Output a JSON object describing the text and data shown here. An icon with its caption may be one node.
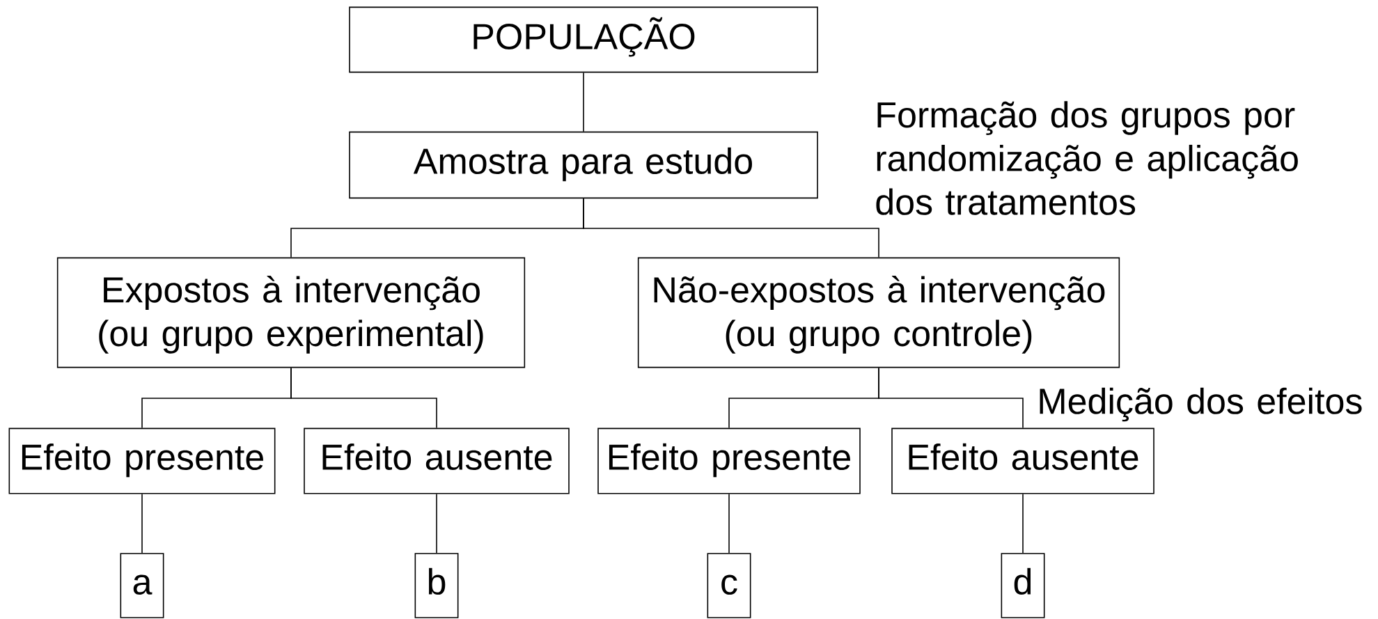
{
  "diagram": {
    "nodes": [
      {
        "text": [
          "POPULAÇÃO"
        ]
      },
      {
        "text": [
          "Amostra para estudo"
        ]
      },
      {
        "text": [
          "Expostos à intervenção (ou grupo experimental)"
        ]
      },
      {
        "text": [
          "Não-expostos à intervenção (ou grupo controle)"
        ]
      },
      {
        "text": [
          "Efeito presente"
        ]
      },
      {
        "text": [
          "Efeito ausente"
        ]
      },
      {
        "text": [
          "Efeito presente"
        ]
      },
      {
        "text": [
          "Efeito ausente"
        ]
      },
      {
        "text": [
          "a"
        ]
      },
      {
        "text": [
          "b"
        ]
      },
      {
        "text": [
          "c"
        ]
      },
      {
        "text": [
          "d"
        ]
      }
    ],
    "edges": [
      {
        "from": 0,
        "to": 1,
        "arrow": "none"
      },
      {
        "from": 1,
        "to": 2,
        "arrow": "none"
      },
      {
        "from": 1,
        "to": 3,
        "arrow": "none"
      },
      {
        "from": 2,
        "to": 4,
        "arrow": "none"
      },
      {
        "from": 2,
        "to": 5,
        "arrow": "none"
      },
      {
        "from": 3,
        "to": 6,
        "arrow": "none"
      },
      {
        "from": 3,
        "to": 7,
        "arrow": "none"
      },
      {
        "from": 4,
        "to": 8,
        "arrow": "none"
      },
      {
        "from": 5,
        "to": 9,
        "arrow": "none"
      },
      {
        "from": 6,
        "to": 10,
        "arrow": "none"
      },
      {
        "from": 7,
        "to": 11,
        "arrow": "none"
      }
    ],
    "labels": [
      "Formação dos grupos por randomização e aplicação dos tratamentos",
      "Medição dos efeitos"
    ]
  }
}
